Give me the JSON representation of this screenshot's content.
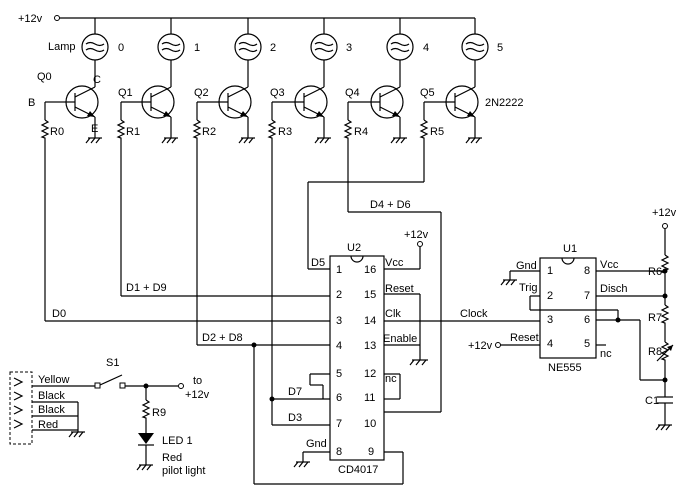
{
  "supply": {
    "label": "+12v"
  },
  "lamps": {
    "label": "Lamp",
    "numbers": [
      "0",
      "1",
      "2",
      "3",
      "4",
      "5"
    ]
  },
  "transistors": {
    "names": [
      "Q0",
      "Q1",
      "Q2",
      "Q3",
      "Q4",
      "Q5"
    ],
    "part": "2N2222",
    "collector": "C",
    "base": "B",
    "emitter": "E"
  },
  "base_resistors": [
    "R0",
    "R1",
    "R2",
    "R3",
    "R4",
    "R5"
  ],
  "nets": {
    "d0": "D0",
    "d1_d9": "D1 + D9",
    "d2_d8": "D2 + D8",
    "d3": "D3",
    "d4_d6": "D4 + D6",
    "d5": "D5",
    "d7": "D7",
    "clock": "Clock"
  },
  "u2": {
    "ref": "U2",
    "part": "CD4017",
    "pins": [
      "1",
      "2",
      "3",
      "4",
      "5",
      "6",
      "7",
      "8",
      "16",
      "15",
      "14",
      "13",
      "12",
      "11",
      "10",
      "9"
    ],
    "vcc": "Vcc",
    "reset": "Reset",
    "clk": "Clk",
    "enable": "Enable",
    "nc": "nc",
    "gnd": "Gnd",
    "supply": "+12v"
  },
  "u1": {
    "ref": "U1",
    "part": "NE555",
    "pins": [
      "1",
      "2",
      "3",
      "4",
      "8",
      "7",
      "6",
      "5"
    ],
    "gnd": "Gnd",
    "trig": "Trig",
    "reset": "Reset",
    "vcc": "Vcc",
    "disch": "Disch",
    "nc": "nc",
    "reset_supply": "+12v"
  },
  "timing": {
    "supply": "+12v",
    "r6": "R6",
    "r7": "R7",
    "r8": "R8",
    "c1": "C1"
  },
  "power_switch": {
    "s1": "S1",
    "wires": [
      "Yellow",
      "Black",
      "Black",
      "Red"
    ],
    "to_label": "to",
    "to_supply": "+12v",
    "r9": "R9",
    "led": "LED 1",
    "led_note_1": "Red",
    "led_note_2": "pilot light"
  }
}
